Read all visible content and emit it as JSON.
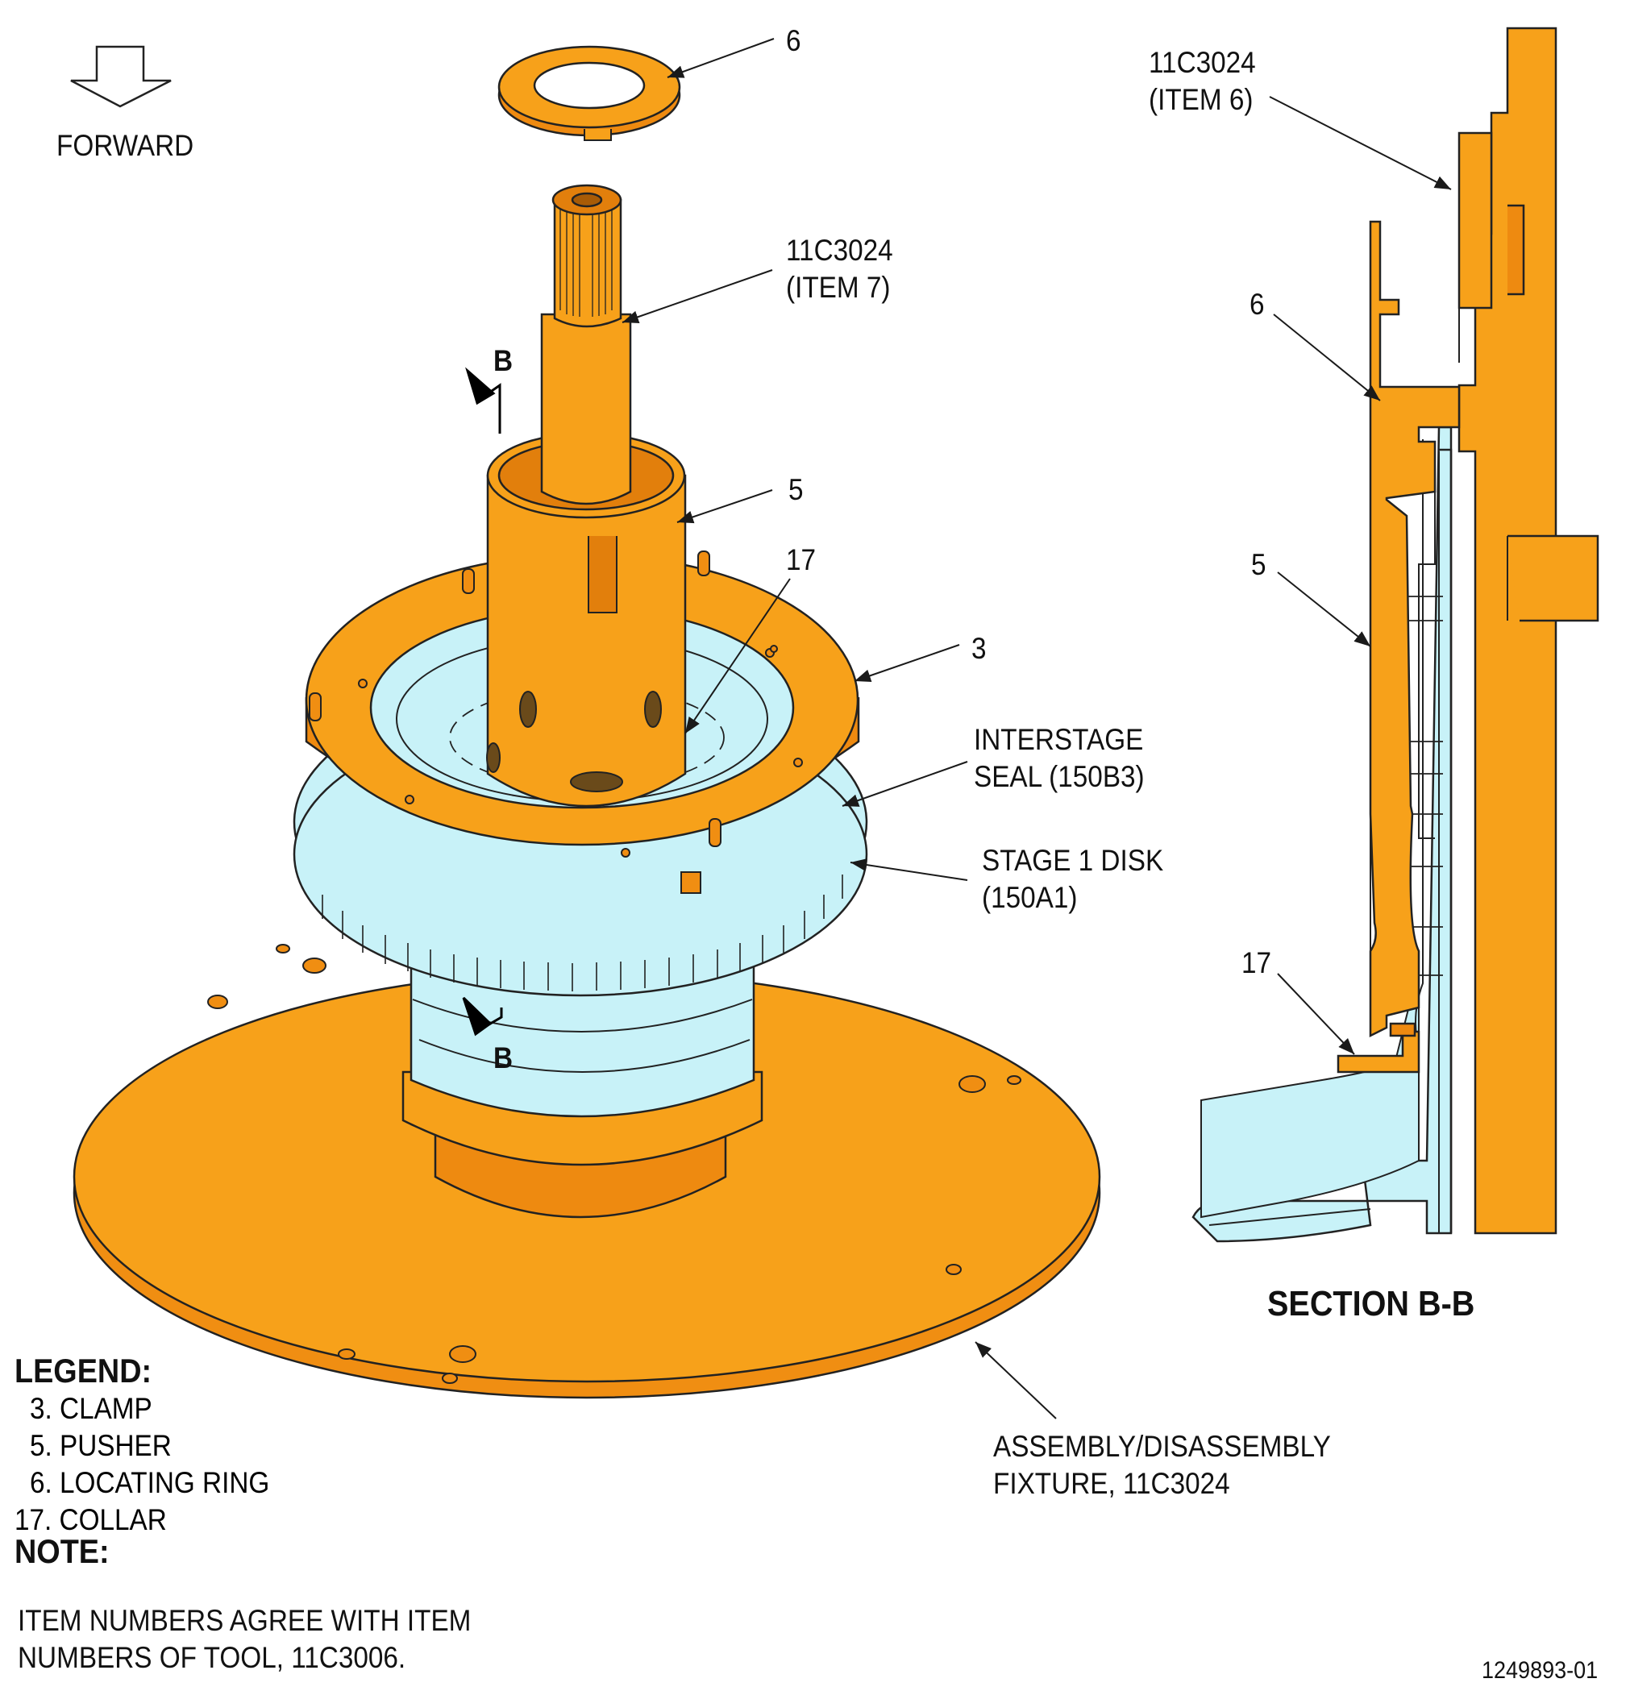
{
  "direction": {
    "label": "FORWARD",
    "icon": "forward-arrow-icon"
  },
  "callouts": {
    "item6_main": "6",
    "tool_item7_line1": "11C3024",
    "tool_item7_line2": "(ITEM 7)",
    "item5_main": "5",
    "item17_main": "17",
    "item3_main": "3",
    "interstage_line1": "INTERSTAGE",
    "interstage_line2": "SEAL (150B3)",
    "disk_line1": "STAGE 1 DISK",
    "disk_line2": "(150A1)",
    "fixture_line1": "ASSEMBLY/DISASSEMBLY",
    "fixture_line2": "FIXTURE, 11C3024",
    "section_marker_top": "B",
    "section_marker_bottom": "B"
  },
  "section": {
    "title": "SECTION B-B",
    "tool_item6_line1": "11C3024",
    "tool_item6_line2": "(ITEM 6)",
    "item6": "6",
    "item5": "5",
    "item17": "17"
  },
  "legend": {
    "title": "LEGEND:",
    "items": [
      "3. CLAMP",
      "5. PUSHER",
      "6. LOCATING RING",
      "17. COLLAR"
    ]
  },
  "note": {
    "title": "NOTE:",
    "line1": "ITEM NUMBERS AGREE WITH ITEM",
    "line2": "NUMBERS OF TOOL, 11C3006."
  },
  "document_number": "1249893-01",
  "colors": {
    "tool": "#F7A11A",
    "part": "#C8F2F8",
    "line": "#1a1a1a"
  }
}
